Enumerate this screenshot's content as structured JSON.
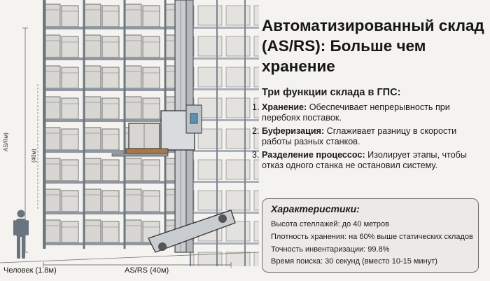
{
  "title": "Автоматизированный склад (AS/RS): Больше чем хранение",
  "functions": {
    "heading": "Три функции склада в ГПС:",
    "items": [
      {
        "num": "1.",
        "term": "Хранение:",
        "text": " Обеспечивает непрерывность при перебоях поставок."
      },
      {
        "num": "2.",
        "term": "Буферизация:",
        "text": " Сглаживает разницу в скорости работы разных станков."
      },
      {
        "num": "3.",
        "term": "Разделение процессос:",
        "text": " Изолирует этапы, чтобы отказ одного станка не остановил систему."
      }
    ]
  },
  "specs": {
    "heading": "Характеристики:",
    "items": [
      "Высота стеллажей: до 40 метров",
      "Плотность хранения: на 60% выше статических складов",
      "Точность инвентаризации: 99.8%",
      "Время поиска: 30 секунд (вместо 10-15 минут)"
    ]
  },
  "labels": {
    "human": "Человек (1.8м)",
    "asrs_bottom": "AS/RS (40м)",
    "asrs_vertical": "AS/Rм)",
    "height_vertical": "(40м)"
  },
  "colors": {
    "rack_steel": "#9aa3ad",
    "box": "#d7d6d3",
    "crane": "#c9cdd1",
    "human": "#6a7480",
    "box_border": "#6e6e6e"
  }
}
